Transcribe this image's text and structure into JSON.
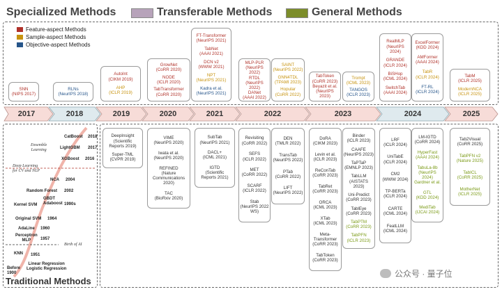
{
  "header": {
    "specialized": "Specialized Methods",
    "transferable": "Transferable Methods",
    "general": "General Methods"
  },
  "colors": {
    "specialized": "#bfa6a4",
    "transferable": "#b7a3ba",
    "general": "#7c8d2a",
    "feature": "#b0322a",
    "sample": "#c7930f",
    "objective": "#26558a"
  },
  "legend": {
    "feature": "Feature-aspect Methods",
    "sample": "Sample-aspect Methods",
    "objective": "Objective-aspect Methods"
  },
  "years": [
    "2017",
    "2018",
    "2019",
    "2020",
    "2021",
    "2022",
    "2023",
    "2024",
    "2025"
  ],
  "top": [
    [
      {
        "t": "SNN\n(NIPS 2017)",
        "c": "red"
      }
    ],
    [
      {
        "t": "RLNs\n(NeurIPS 2018)",
        "c": "blu"
      }
    ],
    [
      {
        "t": "AutoInt\n(CIKM 2019)",
        "c": "red"
      },
      {
        "t": "AHP\n(ICLR 2019)",
        "c": "org"
      }
    ],
    [
      {
        "t": "GrowNet\n(CoRR 2020)",
        "c": "red"
      },
      {
        "t": "NODE\n(ICLR 2020)",
        "c": "red"
      },
      {
        "t": "TabTransformer\n(CoRR 2020)",
        "c": "red"
      }
    ],
    [
      {
        "t": "FT-Transformer\n(NeurIPS 2021)",
        "c": "red"
      },
      {
        "t": "TabNet\n(AAAI 2021)",
        "c": "red"
      },
      {
        "t": "DCN v2\n(WWW 2021)",
        "c": "red"
      },
      {
        "t": "NPT\n(NeurIPS 2021)",
        "c": "org"
      },
      {
        "t": "Kadra et al.\n(NeurIPS 2021)",
        "c": "blu"
      }
    ],
    [
      {
        "t": "MLP-PLR\n(NeurIPS 2022)",
        "c": "red"
      },
      {
        "t": "RTDL\n(NeurIPS 2022)",
        "c": "red"
      },
      {
        "t": "DANet\n(AAAI 2022)",
        "c": "red"
      }
    ],
    [
      {
        "t": "SAINT\n(NeurIPS 2022)",
        "c": "org"
      },
      {
        "t": "GNN4TDL\n(TPAMI 2023)",
        "c": "org"
      },
      {
        "t": "Hopular\n(CoRR 2022)",
        "c": "org"
      }
    ],
    [
      {
        "t": "TabToken\n(CoRR 2023)",
        "c": "red"
      },
      {
        "t": "Beyazit et al.\n(NeurIPS 2023)",
        "c": "red"
      }
    ],
    [
      {
        "t": "Trompt\n(ICML 2023)",
        "c": "org"
      },
      {
        "t": "TANGOS\n(ICLR 2023)",
        "c": "blu"
      }
    ],
    [
      {
        "t": "RealMLP\n(NeurIPS\n2024)",
        "c": "red"
      },
      {
        "t": "GRANDE\n(ICLR 2024)",
        "c": "red"
      },
      {
        "t": "BiSHop\n(ICML 2024)",
        "c": "red"
      },
      {
        "t": "SwitchTab\n(AAAI 2024)",
        "c": "red"
      }
    ],
    [
      {
        "t": "ExcelFormer\n(KDD 2024)",
        "c": "red"
      },
      {
        "t": "AMFormer\n(AAAI 2024)",
        "c": "red"
      },
      {
        "t": "TabR\n(ICLR 2024)",
        "c": "org"
      },
      {
        "t": "FT-RL\n(ICLR 2024)",
        "c": "blu"
      }
    ],
    [
      {
        "t": "TabM\n(ICLR 2025)",
        "c": "red"
      },
      {
        "t": "ModernNCA\n(ICLR 2025)",
        "c": "org"
      }
    ]
  ],
  "bottom": [
    [
      {
        "t": "DeepInsight\n(Scientific\nReports 2019)",
        "c": "blk"
      },
      {
        "t": "Super-TML\n(CVPR 2019)",
        "c": "blk"
      }
    ],
    [
      {
        "t": "VIME\n(NeurIPS 2020)",
        "c": "blk"
      },
      {
        "t": "Iwata et al.\n(NeurIPS 2020)",
        "c": "blk"
      },
      {
        "t": "REFINED\n(Nature\nCommunications\n2020)",
        "c": "blk"
      },
      {
        "t": "TAC\n(BioRxiv 2020)",
        "c": "blk"
      }
    ],
    [
      {
        "t": "SubTab\n(NeurIPS 2021)",
        "c": "blk"
      },
      {
        "t": "DACL+\n(ICML 2021)",
        "c": "blk"
      },
      {
        "t": "IGTD\n(Scientific\nReports 2021)",
        "c": "blk"
      }
    ],
    [
      {
        "t": "Revisiting\n(CoRR 2022)",
        "c": "blk"
      },
      {
        "t": "SEFS\n(ICLR 2022)",
        "c": "blk"
      },
      {
        "t": "MET\n(CoRR 2022)",
        "c": "blk"
      },
      {
        "t": "SCARF\n(ICLR 2022)",
        "c": "blk"
      },
      {
        "t": "Stab\n(NeurIPS 2022\nWS)",
        "c": "blk"
      }
    ],
    [
      {
        "t": "DEN\n(TMLR 2022)",
        "c": "blk"
      },
      {
        "t": "TransTab\n(NeurIPS 2022)",
        "c": "blk"
      },
      {
        "t": "PTab\n(CoRR 2022)",
        "c": "blk"
      },
      {
        "t": "LIFT\n(NeurIPS 2022)",
        "c": "blk"
      }
    ],
    [
      {
        "t": "DoRA\n(CIKM 2023)",
        "c": "blk"
      },
      {
        "t": "Levin et al.\n(ICLR 2023)",
        "c": "blk"
      },
      {
        "t": "ReConTab\n(CoRR 2023)",
        "c": "blk"
      },
      {
        "t": "TabRet\n(CoRR 2023)",
        "c": "blk"
      },
      {
        "t": "ORCA\n(ICML 2023)",
        "c": "blk"
      },
      {
        "t": "XTab\n(ICML 2023)",
        "c": "blk"
      },
      {
        "t": "Meta-Transformer\n(CoRR 2023)",
        "c": "blk"
      },
      {
        "t": "TabToken\n(CoRR 2023)",
        "c": "blk"
      }
    ],
    [
      {
        "t": "Binder\n(ICLR 2023)",
        "c": "blk"
      },
      {
        "t": "CAAFE\n(NeurIPS 2023)",
        "c": "blk"
      },
      {
        "t": "TaPTaP\n(EMNLP 2023)",
        "c": "blk"
      },
      {
        "t": "TabLLM\n(AISTATS 2023)",
        "c": "blk"
      },
      {
        "t": "Uni-Predict\n(CoRR 2023)",
        "c": "blk"
      },
      {
        "t": "TablEye\n(CoRR 2023)",
        "c": "blk"
      },
      {
        "t": "TabPTM\n(CoRR 2023)",
        "c": "grn"
      },
      {
        "t": "TabPFN\n(ICLR 2023)",
        "c": "grn"
      }
    ],
    [
      {
        "t": "LRF\n(ICLR 2024)",
        "c": "blk"
      },
      {
        "t": "UniTabE\n(ICLR 2024)",
        "c": "blk"
      },
      {
        "t": "CM2\n(WWW 2024)",
        "c": "blk"
      },
      {
        "t": "TP-BERTa\n(ICLR 2024)",
        "c": "blk"
      },
      {
        "t": "CARTE\n(ICML 2024)",
        "c": "blk"
      },
      {
        "t": "FeatLLM\n(ICML 2024)",
        "c": "blk"
      }
    ],
    [
      {
        "t": "LM-IGTD\n(CoRR 2024)",
        "c": "blk"
      },
      {
        "t": "HyperFast\n(AAAI 2024)",
        "c": "grn"
      },
      {
        "t": "TabuLa-8b\n(NeurIPS 2024)\nGardner et al.",
        "c": "grn"
      },
      {
        "t": "GTL\n(KDD 2024)",
        "c": "grn"
      },
      {
        "t": "MediTab\n(IJCAI 2024)",
        "c": "grn"
      }
    ],
    [
      {
        "t": "Tab2Visual\n(CoRR 2025)",
        "c": "blk"
      },
      {
        "t": "TabPFN v2\n(Nature 2025)",
        "c": "grn"
      },
      {
        "t": "TabICL\n(CoRR 2025)",
        "c": "grn"
      },
      {
        "t": "MotherNet\n(ICLR 2025)",
        "c": "grn"
      }
    ]
  ],
  "traditional": {
    "title": "Traditional Methods",
    "items": [
      {
        "name": "CatBoost",
        "year": "2018"
      },
      {
        "name": "LightGBM",
        "year": "2017"
      },
      {
        "name": "XGBoost",
        "year": "2016"
      },
      {
        "name": "NCA",
        "year": "2004"
      },
      {
        "name": "Random Forest",
        "year": "2002"
      },
      {
        "name": "GBDT\nAdaboost",
        "year": "1990s"
      },
      {
        "name": "Kernel SVM",
        "year": ""
      },
      {
        "name": "Original SVM",
        "year": "1964"
      },
      {
        "name": "AdaLine",
        "year": "1960"
      },
      {
        "name": "Perceptron\nMLP",
        "year": "1957"
      },
      {
        "name": "KNN",
        "year": "1951"
      },
      {
        "name": "Before\n1900",
        "year": ""
      },
      {
        "name": "Linear Regression\nLogistic Regression",
        "year": ""
      }
    ],
    "eras": [
      "Ensemble\nLearning",
      "Deep Learning\nfor CV and NLP",
      "Birth of AI"
    ]
  },
  "watermark": "公众号 · 量子位"
}
